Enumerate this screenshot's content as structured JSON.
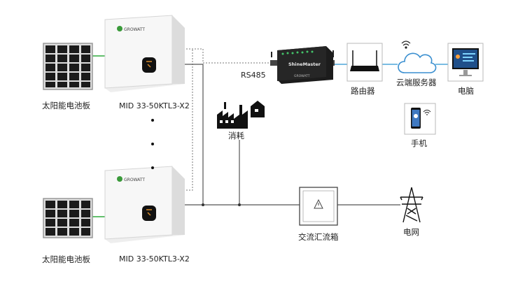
{
  "panel_top": {
    "label": "太阳能电池板"
  },
  "panel_bottom": {
    "label": "太阳能电池板"
  },
  "inverter_top": {
    "brand": "GROWATT",
    "model": "MID 33-50KTL3-X2"
  },
  "inverter_bottom": {
    "brand": "GROWATT",
    "model": "MID 33-50KTL3-X2"
  },
  "datalogger": {
    "name": "ShineMaster",
    "brand": "GROWATT",
    "bus_label": "RS485"
  },
  "router": {
    "label": "路由器"
  },
  "cloud": {
    "label": "云端服务器"
  },
  "computer": {
    "label": "电脑"
  },
  "phone": {
    "label": "手机"
  },
  "consumption": {
    "label": "消耗"
  },
  "combiner_box": {
    "label": "交流汇流箱"
  },
  "grid": {
    "label": "电网"
  },
  "colors": {
    "dc_line": "#2eaa3c",
    "comm_line": "#4da6d9",
    "ac_line": "#555555"
  }
}
